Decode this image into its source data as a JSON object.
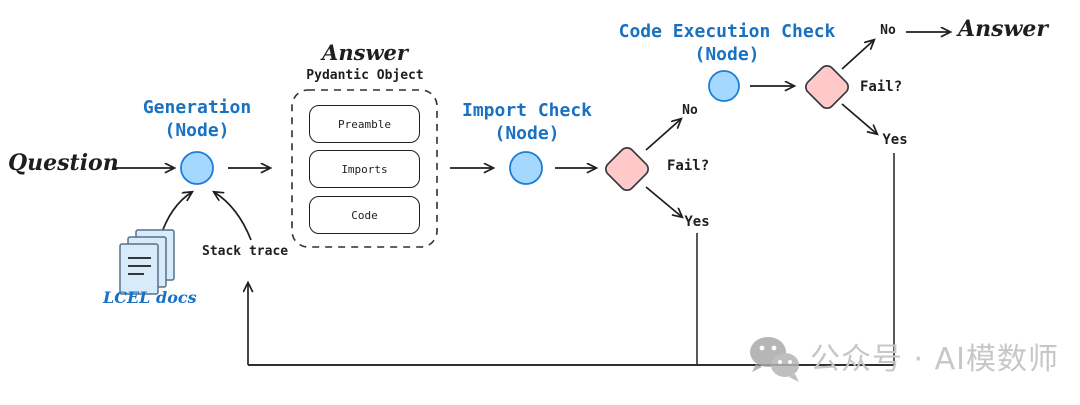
{
  "colors": {
    "accent_blue": "#1971c2",
    "node_fill": "#a5d8ff",
    "node_stroke": "#1c7ed6",
    "diamond_fill": "#ffc9c9",
    "diamond_stroke": "#343a40",
    "ink": "#1e1e1e",
    "docs_fill": "#d7ebfa",
    "watermark_gray": "#c7c7c7"
  },
  "nodes": {
    "question": "Question",
    "generation": {
      "title": "Generation",
      "subtitle": "(Node)"
    },
    "answer_object": {
      "title": "Answer",
      "subtitle": "Pydantic Object",
      "fields": [
        "Preamble",
        "Imports",
        "Code"
      ]
    },
    "import_check": {
      "title": "Import Check",
      "subtitle": "(Node)"
    },
    "code_execution_check": {
      "title": "Code Execution Check",
      "subtitle": "(Node)"
    },
    "final_answer": "Answer"
  },
  "edges": {
    "import_no": "No",
    "import_fail_label": "Fail?",
    "import_yes": "Yes",
    "exec_no": "No",
    "exec_fail_label": "Fail?",
    "exec_yes": "Yes",
    "stack_trace": "Stack trace",
    "lcel_docs": "LCEL docs"
  },
  "watermark": {
    "icon": "wechat-icon",
    "text": "公众号 · AI模数师"
  }
}
